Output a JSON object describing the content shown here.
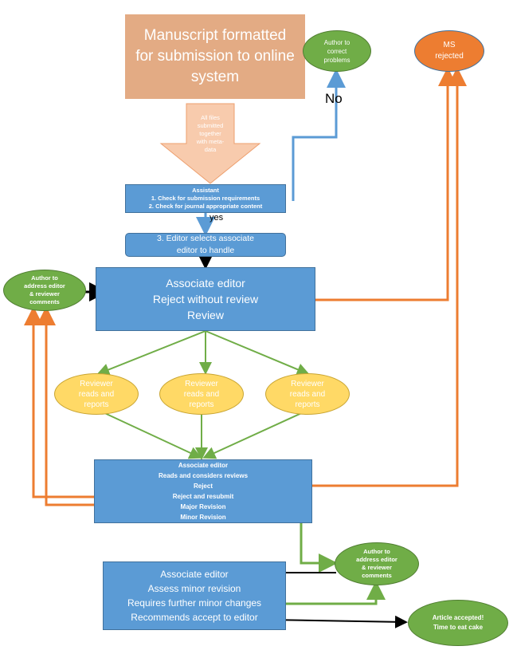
{
  "nodes": {
    "manuscript": "Manuscript formatted for submission to online system",
    "author_correct": [
      "Author to",
      "correct",
      "problems"
    ],
    "ms_rejected": [
      "MS",
      "rejected"
    ],
    "all_files": [
      "All files",
      "submitted",
      "together",
      "with meta-",
      "data"
    ],
    "assistant": {
      "title": "Assistant",
      "items": [
        "1.        Check for submission requirements",
        "2.        Check for journal appropriate content"
      ]
    },
    "editor_selects": [
      "3. Editor selects associate",
      "editor to handle"
    ],
    "author_address_left": [
      "Author to",
      "address editor",
      "& reviewer",
      "comments"
    ],
    "associate_editor_1": [
      "Associate editor",
      "Reject without review",
      "Review"
    ],
    "reviewer": [
      "Reviewer",
      "reads and",
      "reports"
    ],
    "associate_editor_2": [
      "Associate editor",
      "Reads and considers reviews",
      "Reject",
      "Reject and resubmit",
      "Major Revision",
      "Minor Revision"
    ],
    "author_address_right": [
      "Author to",
      "address editor",
      "& reviewer",
      "comments"
    ],
    "associate_editor_3": [
      "Associate editor",
      "Assess minor revision",
      "Requires further minor changes",
      "Recommends accept to editor"
    ],
    "accepted": [
      "Article accepted!",
      "Time to eat cake"
    ]
  },
  "labels": {
    "no": "No",
    "yes": "yes"
  },
  "colors": {
    "blue": "#5b9bd5",
    "green": "#70ad47",
    "orange": "#ed7d31",
    "yellow": "#ffd966",
    "peach": "#e3ab84",
    "light_peach": "#f8cbad"
  }
}
